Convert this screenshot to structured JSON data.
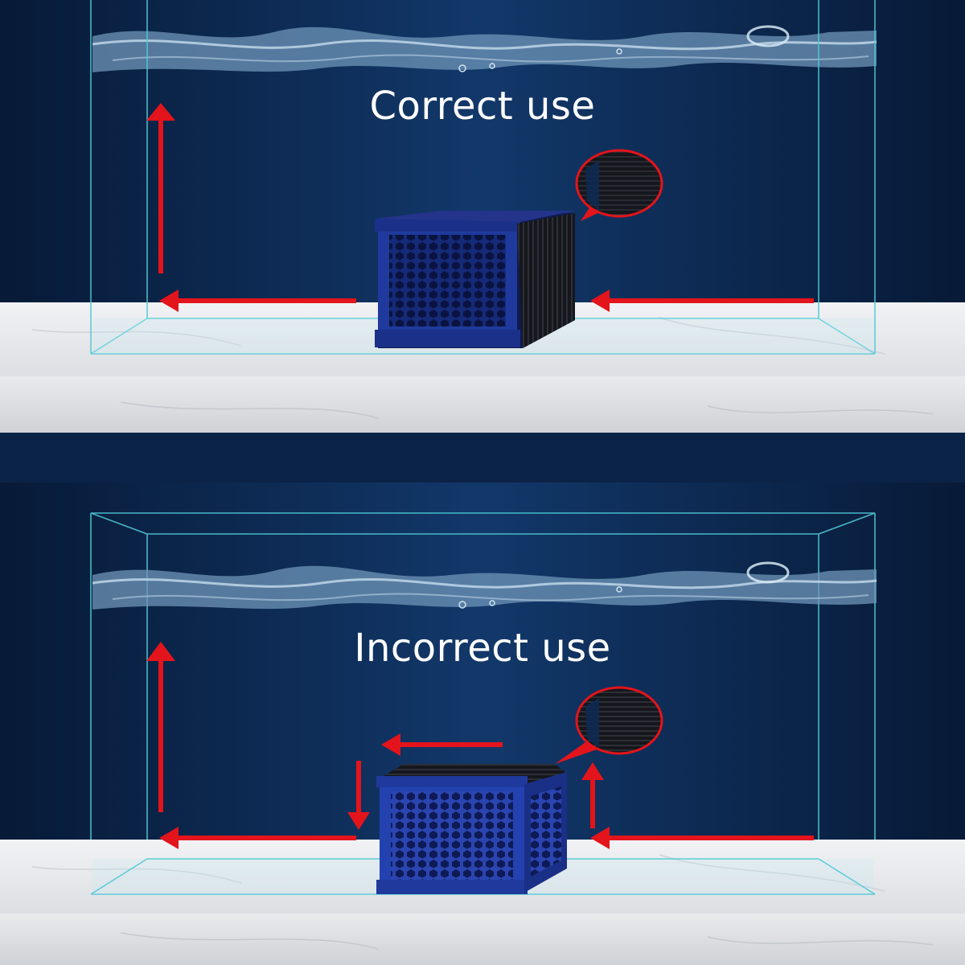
{
  "panels": {
    "correct": {
      "label": "Correct use"
    },
    "incorrect": {
      "label": "Incorrect use"
    }
  },
  "colors": {
    "background": "#0e2c57",
    "water": "#6f96b8",
    "tank_outline": "#4fc9d6",
    "arrow": "#e3141b",
    "filter_body": "#1f3a9c",
    "filter_dark": "#14205a",
    "mesh": "#111318",
    "shelf": "#e7e9ec"
  },
  "icons": [
    "water-wave",
    "red-flow-arrow",
    "sponge-filter-block",
    "mesh-magnifier-circle"
  ]
}
